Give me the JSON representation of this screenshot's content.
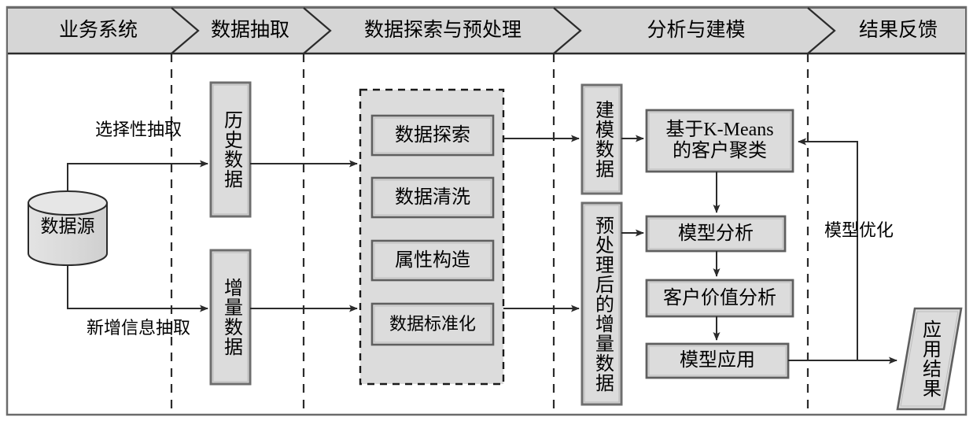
{
  "diagram": {
    "title_band": {
      "stages": [
        {
          "id": "business-system",
          "label": "业务系统"
        },
        {
          "id": "data-extraction",
          "label": "数据抽取"
        },
        {
          "id": "data-exploration-preprocessing",
          "label": "数据探索与预处理"
        },
        {
          "id": "analysis-modeling",
          "label": "分析与建模"
        },
        {
          "id": "result-feedback",
          "label": "结果反馈"
        }
      ]
    },
    "nodes": {
      "data_source": "数据源",
      "historical_data": "历史数据",
      "incremental_data": "增量数据",
      "preprocess_steps": [
        {
          "id": "data-exploration",
          "label": "数据探索"
        },
        {
          "id": "data-cleaning",
          "label": "数据清洗"
        },
        {
          "id": "attribute-construction",
          "label": "属性构造"
        },
        {
          "id": "data-standardization",
          "label": "数据标准化"
        }
      ],
      "modeling_data": "建模数据",
      "preprocessed_incremental_data": "预处理后的增量数据",
      "kmeans_clustering": "基于K-Means\n的客户聚类",
      "model_analysis": "模型分析",
      "customer_value_analysis": "客户价值分析",
      "model_application": "模型应用",
      "application_result": "应用结果"
    },
    "edge_labels": {
      "selective_extraction": "选择性抽取",
      "new_info_extraction": "新增信息抽取",
      "model_optimization": "模型优化"
    },
    "colors": {
      "band_fill": "#d6d6d6",
      "box_fill": "#dcdcdc",
      "dashed_panel_fill": "#dcdcdc",
      "stroke": "#4a4a4a",
      "frame": "#6b6b6b",
      "text": "#000000"
    }
  }
}
